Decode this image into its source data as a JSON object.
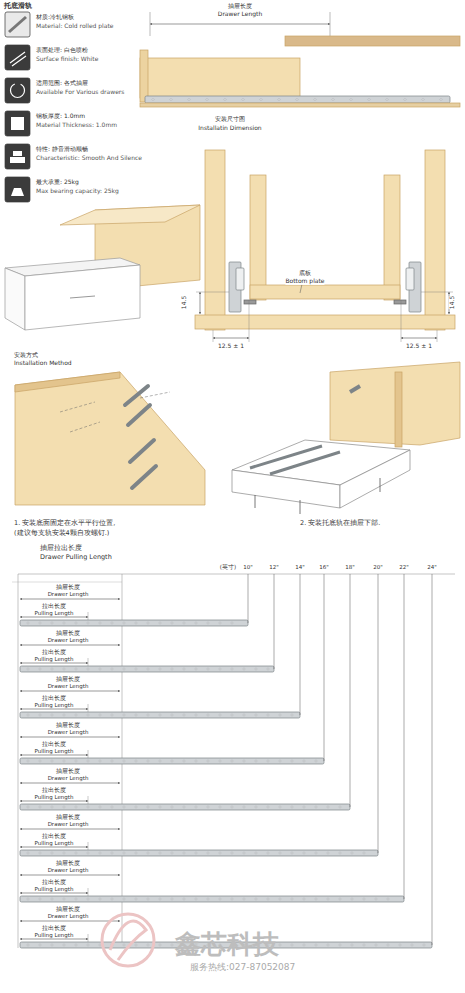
{
  "diagram": {
    "title": "托底滑轨",
    "labels": [
      "材质:冷轧钢板",
      "Material: Cold rolled plate",
      "表面处理: 白色喷粉",
      "Surface finish: White",
      "适用范围: 各式抽屉",
      "Available For Various drawers",
      "钢板厚度: 1.0mm",
      "Material Thickness: 1.0mm",
      "特性: 静音滑动顺畅",
      "Characteristic: Smooth And Silence",
      "最大承重: 25kg",
      "Max bearing capacity: 25kg",
      "抽屉长度",
      "Drawer Length",
      "安装尺寸图",
      "Installatin Dimension",
      "底板",
      "Bottom plate",
      "14.5",
      "14.5",
      "12.5 ± 1",
      "12.5 ± 1",
      "安装方式",
      "Installation Method",
      "1. 安装底面固定在水平平行位置,",
      "(建议每支轨安装4颗自攻螺钉.)",
      "2. 安装托底轨在抽屉下部.",
      "抽屉拉出长度",
      "Drawer Pulling Length",
      "(英寸)",
      "10\"",
      "12\"",
      "14\"",
      "16\"",
      "18\"",
      "20\"",
      "22\"",
      "24\"",
      "抽屉长度",
      "Drawer Length",
      "拉出长度",
      "Pulling Length",
      "抽屉长度",
      "Drawer Length",
      "拉出长度",
      "Pulling Length",
      "抽屉长度",
      "Drawer Length",
      "拉出长度",
      "Pulling Length",
      "抽屉长度",
      "Drawer Length",
      "拉出长度",
      "Pulling Length",
      "抽屉长度",
      "Drawer Length",
      "拉出长度",
      "Pulling Length",
      "抽屉长度",
      "Drawer Length",
      "拉出长度",
      "Pulling Length",
      "抽屉长度",
      "Drawer Length",
      "拉出长度",
      "Pulling Length",
      "抽屉长度",
      "Drawer Length",
      "拉出长度",
      "Pulling Length",
      "鑫芯科技",
      "服务热线:027-87052087"
    ]
  }
}
